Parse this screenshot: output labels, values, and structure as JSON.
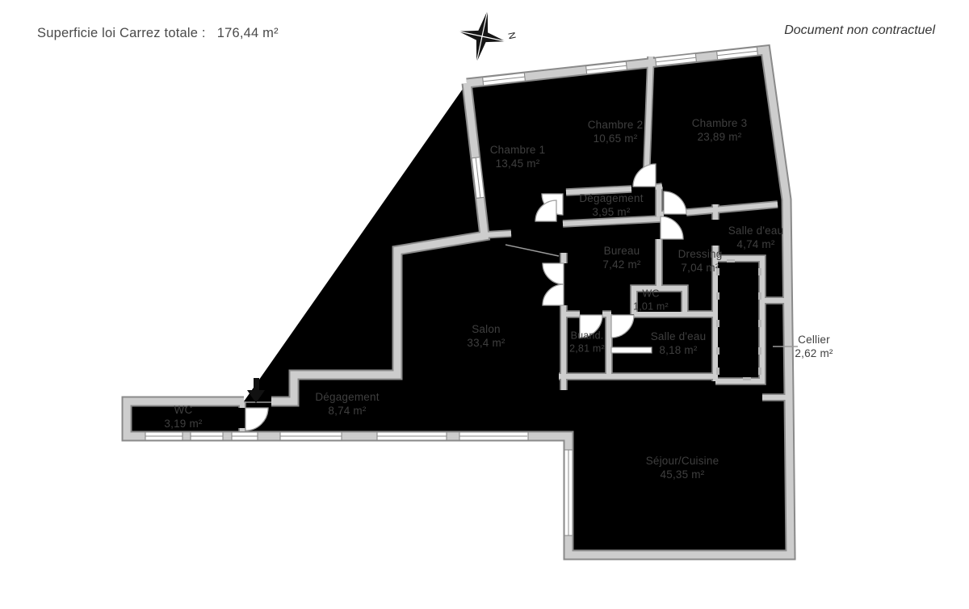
{
  "header": {
    "title": "Superficie loi Carrez totale :",
    "total_area": "176,44 m²",
    "disclaimer": "Document non contractuel"
  },
  "compass": {
    "north_label": "N"
  },
  "colors": {
    "wall_fill": "#cdcdcd",
    "wall_edge": "#8a8a8a",
    "text": "#3f3f3f",
    "entry_arrow": "#111111"
  },
  "rooms": [
    {
      "name": "Chambre 1",
      "area": "13,45 m²"
    },
    {
      "name": "Chambre 2",
      "area": "10,65 m²"
    },
    {
      "name": "Chambre 3",
      "area": "23,89 m²"
    },
    {
      "name": "Dégagement",
      "area": "3,95 m²"
    },
    {
      "name": "Bureau",
      "area": "7,42 m²"
    },
    {
      "name": "Dressing",
      "area": "7,04 m²"
    },
    {
      "name": "Salle d'eau",
      "area": "4,74 m²"
    },
    {
      "name": "WC",
      "area": "1,01 m²"
    },
    {
      "name": "Buand.",
      "area": "2,81 m²"
    },
    {
      "name": "Salle d'eau",
      "area": "8,18 m²"
    },
    {
      "name": "Cellier",
      "area": "2,62 m²"
    },
    {
      "name": "Salon",
      "area": "33,4 m²"
    },
    {
      "name": "Dégagement",
      "area": "8,74 m²"
    },
    {
      "name": "WC",
      "area": "3,19 m²"
    },
    {
      "name": "Séjour/Cuisine",
      "area": "45,35 m²"
    }
  ]
}
